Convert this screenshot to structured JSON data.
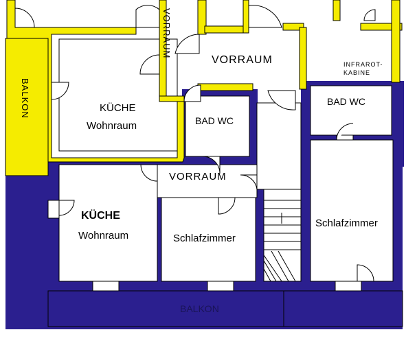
{
  "colors": {
    "upper_wall": "#f5ec00",
    "lower_wall": "#2b1f8f",
    "balcony_upper": "#f5ec00",
    "balcony_lower": "#2b1f8f",
    "outline": "#000000",
    "floor": "#ffffff"
  },
  "labels": {
    "vorraum_vertical": "VORRAUM",
    "vorraum_top": "VORRAUM",
    "infrarot_line1": "INFRAROT-",
    "infrarot_line2": "KABINE",
    "bad_wc_right_top": "BAD WC",
    "bad_wc_center_top": "BAD WC",
    "balkon_left": "BALKON",
    "kueche_top": "KÜCHE",
    "wohnraum_top": "Wohnraum",
    "vorraum_lower": "VORRAUM",
    "kueche_bottom": "KÜCHE",
    "wohnraum_bottom": "Wohnraum",
    "schlafzimmer_left": "Schlafzimmer",
    "schlafzimmer_right": "Schlafzimmer",
    "balkon_bottom": "BALKON"
  }
}
